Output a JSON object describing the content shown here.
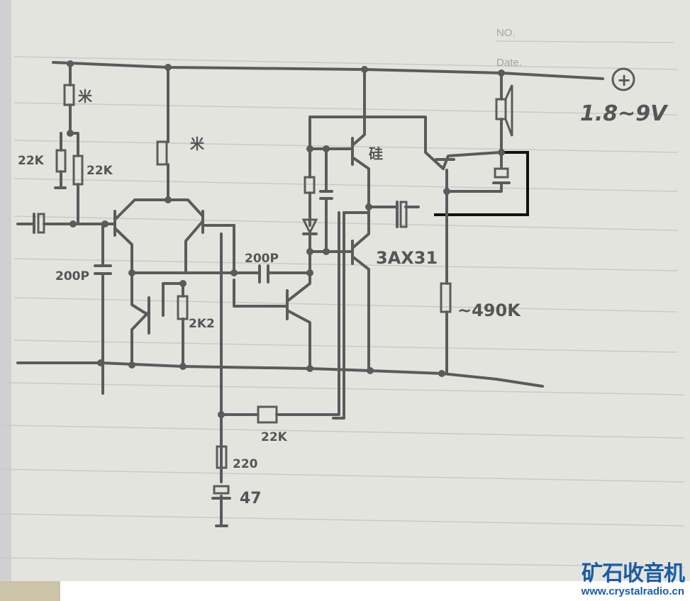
{
  "header": {
    "no_label": "NO.",
    "date_label": "Date."
  },
  "supply": {
    "symbol": "+",
    "voltage": "1.8~9V"
  },
  "labels": {
    "r_top_left": "米",
    "r_bias_left": "22K",
    "r_bias_right": "22K",
    "r_diff_tail": "米",
    "c_input_filter": "200P",
    "r_2k2": "2K2",
    "c_miller": "200P",
    "q_driver_type": "硅",
    "q_output": "3AX31",
    "r_feedback_490k": "~490K",
    "r_feedback_22k": "22K",
    "r_220": "220",
    "c_47": "47"
  },
  "watermark": {
    "title": "矿石收音机",
    "url": "www.crystalradio.cn"
  },
  "colors": {
    "ink": "#5b5b5d",
    "paper": "#e4e4df",
    "watermark": "#1a5ca8"
  }
}
